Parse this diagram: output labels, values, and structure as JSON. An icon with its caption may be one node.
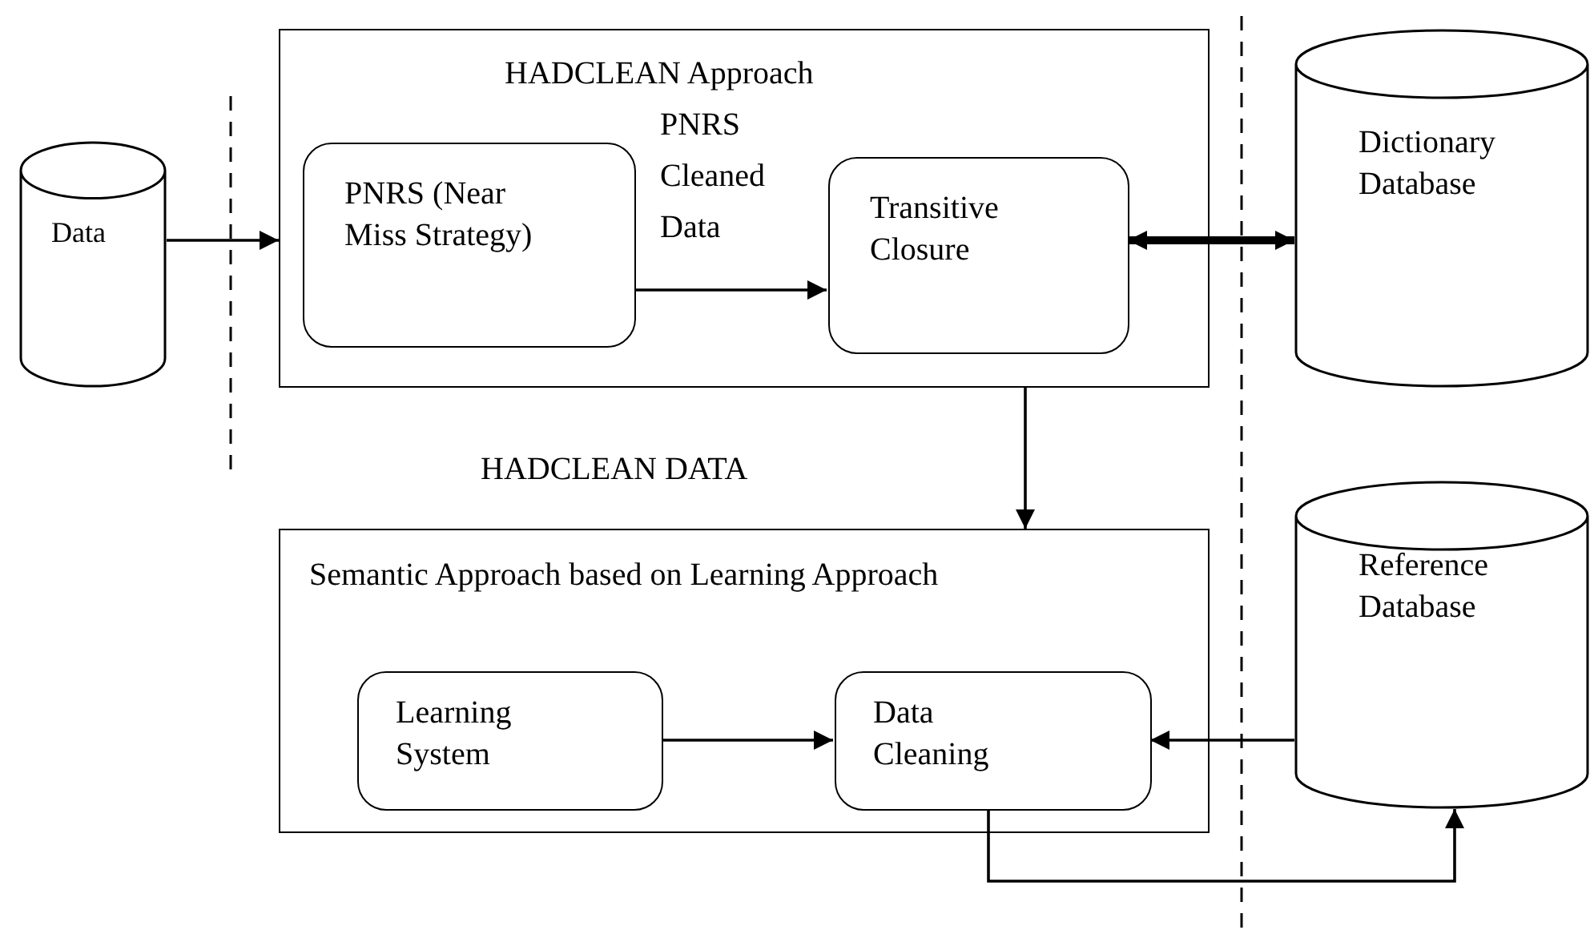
{
  "diagram": {
    "nodes": [
      {
        "text": [
          "Data"
        ]
      },
      {
        "text": [
          "HADCLEAN Approach"
        ]
      },
      {
        "text": [
          "PNRS (Near Miss Strategy)"
        ],
        "in": 1
      },
      {
        "text": [
          "Transitive Closure"
        ],
        "in": 1
      },
      {
        "text": [
          "Dictionary Database"
        ]
      },
      {
        "text": [
          "Semantic Approach based on Learning Approach"
        ]
      },
      {
        "text": [
          "Learning System"
        ],
        "in": 5
      },
      {
        "text": [
          "Data Cleaning"
        ],
        "in": 5
      },
      {
        "text": [
          "Reference Database"
        ]
      }
    ],
    "edges": [
      {
        "from": 0,
        "to": 1,
        "arrow": "to"
      },
      {
        "from": 2,
        "to": 3,
        "arrow": "to",
        "label": "PNRS Cleaned Data"
      },
      {
        "from": 3,
        "to": 4,
        "arrow": "both",
        "style": "thick"
      },
      {
        "from": 1,
        "to": 5,
        "arrow": "to"
      },
      {
        "from": 6,
        "to": 7,
        "arrow": "to"
      },
      {
        "from": 8,
        "to": 7,
        "arrow": "to"
      },
      {
        "from": 7,
        "to": 8,
        "arrow": "to"
      }
    ],
    "labels": [
      "HADCLEAN DATA"
    ]
  }
}
